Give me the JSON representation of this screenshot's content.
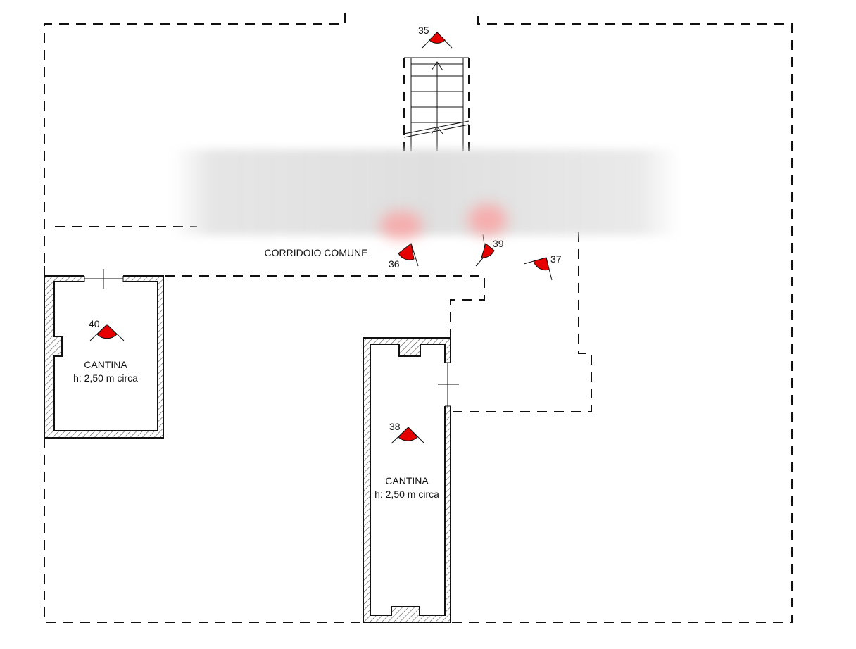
{
  "labels": {
    "corridor": "CORRIDOIO COMUNE",
    "cellar_left_title": "CANTINA",
    "cellar_left_height": "h: 2,50 m circa",
    "cellar_right_title": "CANTINA",
    "cellar_right_height": "h: 2,50 m circa"
  },
  "viewpoints": {
    "v35": "35",
    "v36": "36",
    "v37": "37",
    "v38": "38",
    "v39": "39",
    "v40": "40"
  },
  "colors": {
    "viewpoint_fill": "#e60000",
    "line": "#111111"
  }
}
